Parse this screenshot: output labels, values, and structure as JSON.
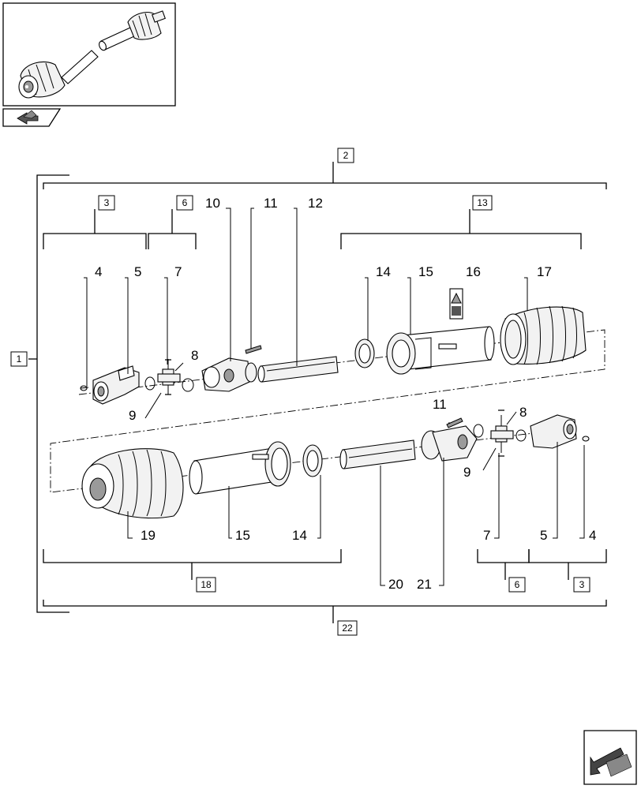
{
  "labels": {
    "n1": "1",
    "n2": "2",
    "n3a": "3",
    "n3b": "3",
    "n4a": "4",
    "n4b": "4",
    "n5a": "5",
    "n5b": "5",
    "n6a": "6",
    "n6b": "6",
    "n7a": "7",
    "n7b": "7",
    "n8a": "8",
    "n8b": "8",
    "n9a": "9",
    "n9b": "9",
    "n10": "10",
    "n11a": "11",
    "n11b": "11",
    "n12": "12",
    "n13": "13",
    "n14a": "14",
    "n14b": "14",
    "n15a": "15",
    "n15b": "15",
    "n16": "16",
    "n17": "17",
    "n18": "18",
    "n19": "19",
    "n20": "20",
    "n21": "21",
    "n22": "22"
  },
  "icons": {
    "thumbnail": "assembly-thumbnail-icon",
    "nav_prev": "previous-page-arrow-icon",
    "nav_next": "next-page-arrow-icon",
    "warning": "warning-decal-icon"
  }
}
